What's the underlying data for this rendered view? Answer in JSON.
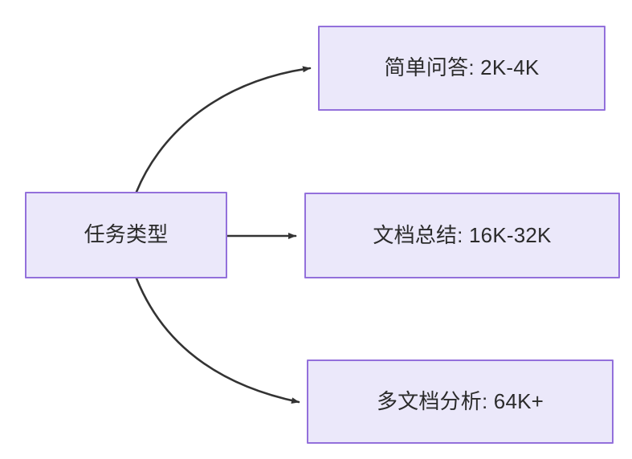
{
  "diagram": {
    "type": "flowchart",
    "direction": "left-to-right",
    "background_color": "#ffffff",
    "node_fill_color": "#ebe8fa",
    "node_border_color": "#9370db",
    "node_text_color": "#2b2b2b",
    "edge_color": "#333333",
    "nodes": [
      {
        "id": "source",
        "label": "任务类型",
        "role": "root"
      },
      {
        "id": "simple_qa",
        "label": "简单问答: 2K-4K",
        "role": "leaf"
      },
      {
        "id": "doc_summary",
        "label": "文档总结: 16K-32K",
        "role": "leaf"
      },
      {
        "id": "multi_doc",
        "label": "多文档分析: 64K+",
        "role": "leaf"
      }
    ],
    "edges": [
      {
        "from": "source",
        "to": "simple_qa",
        "label": "",
        "style": "curved-arrow"
      },
      {
        "from": "source",
        "to": "doc_summary",
        "label": "",
        "style": "straight-arrow"
      },
      {
        "from": "source",
        "to": "multi_doc",
        "label": "",
        "style": "curved-arrow"
      }
    ]
  }
}
